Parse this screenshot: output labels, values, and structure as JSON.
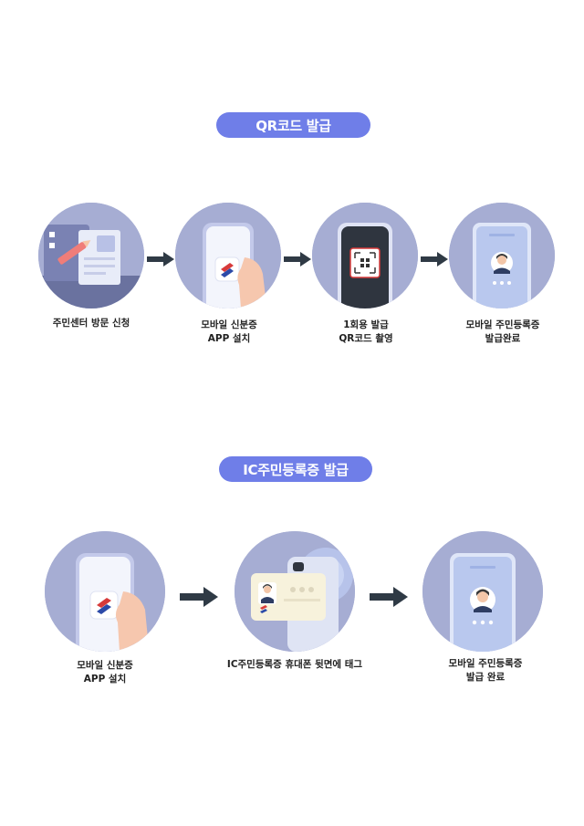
{
  "qr_section": {
    "title": "QR코드 발급",
    "steps": [
      {
        "line1": "주민센터 방문 신청",
        "line2": ""
      },
      {
        "line1": "모바일 신분증",
        "line2": "APP 설치"
      },
      {
        "line1": "1회용 발급",
        "line2": "QR코드 촬영"
      },
      {
        "line1": "모바일 주민등록증",
        "line2": "발급완료"
      }
    ]
  },
  "ic_section": {
    "title": "IC주민등록증 발급",
    "steps": [
      {
        "line1": "모바일 신분증",
        "line2": "APP 설치"
      },
      {
        "line1": "IC주민등록증 휴대폰 뒷면에 태그",
        "line2": ""
      },
      {
        "line1": "모바일 주민등록증",
        "line2": "발급 완료"
      }
    ]
  },
  "colors": {
    "pill": "#6f7ee8",
    "circle": "#a3abd0",
    "arrow": "#2f3a45",
    "label": "#222222"
  },
  "icons": [
    "document-pen-icon",
    "phone-app-icon",
    "qr-scan-icon",
    "mobile-id-icon",
    "nfc-card-tag-icon",
    "arrow-right-icon"
  ]
}
